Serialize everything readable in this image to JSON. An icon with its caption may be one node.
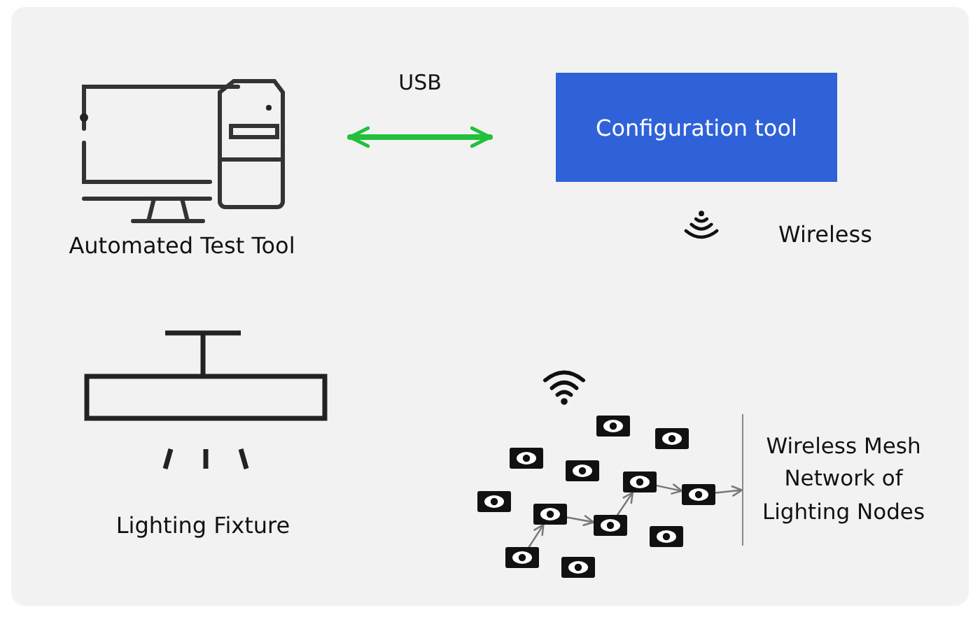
{
  "diagram": {
    "nodes": [
      {
        "text": [
          "Automated Test Tool"
        ]
      },
      {
        "text": [
          "Configuration tool"
        ]
      },
      {
        "text": [
          "Lighting Fixture"
        ]
      },
      {
        "text": [
          "Wireless Mesh Network of Lighting Nodes"
        ]
      },
      {
        "text": [],
        "shape": "box"
      },
      {
        "text": [],
        "shape": "box"
      },
      {
        "text": [],
        "shape": "box"
      },
      {
        "text": [],
        "shape": "box"
      },
      {
        "text": [],
        "shape": "box"
      },
      {
        "text": [],
        "shape": "box"
      },
      {
        "text": [],
        "shape": "box"
      },
      {
        "text": [],
        "shape": "box"
      },
      {
        "text": [],
        "shape": "box"
      },
      {
        "text": [],
        "shape": "box"
      },
      {
        "text": [],
        "shape": "box"
      },
      {
        "text": [],
        "shape": "box"
      }
    ],
    "edges": [
      {
        "from": 0,
        "to": 1,
        "arrow": "both",
        "label": "USB",
        "style": "thick",
        "color": "#22c03c"
      },
      {
        "from": 14,
        "to": 11,
        "arrow": "to"
      },
      {
        "from": 11,
        "to": 12,
        "arrow": "to"
      },
      {
        "from": 12,
        "to": 8,
        "arrow": "to"
      },
      {
        "from": 8,
        "to": 9,
        "arrow": "to"
      },
      {
        "from": 9,
        "to": 3,
        "arrow": "to"
      }
    ],
    "labels": [
      "Wireless"
    ]
  }
}
